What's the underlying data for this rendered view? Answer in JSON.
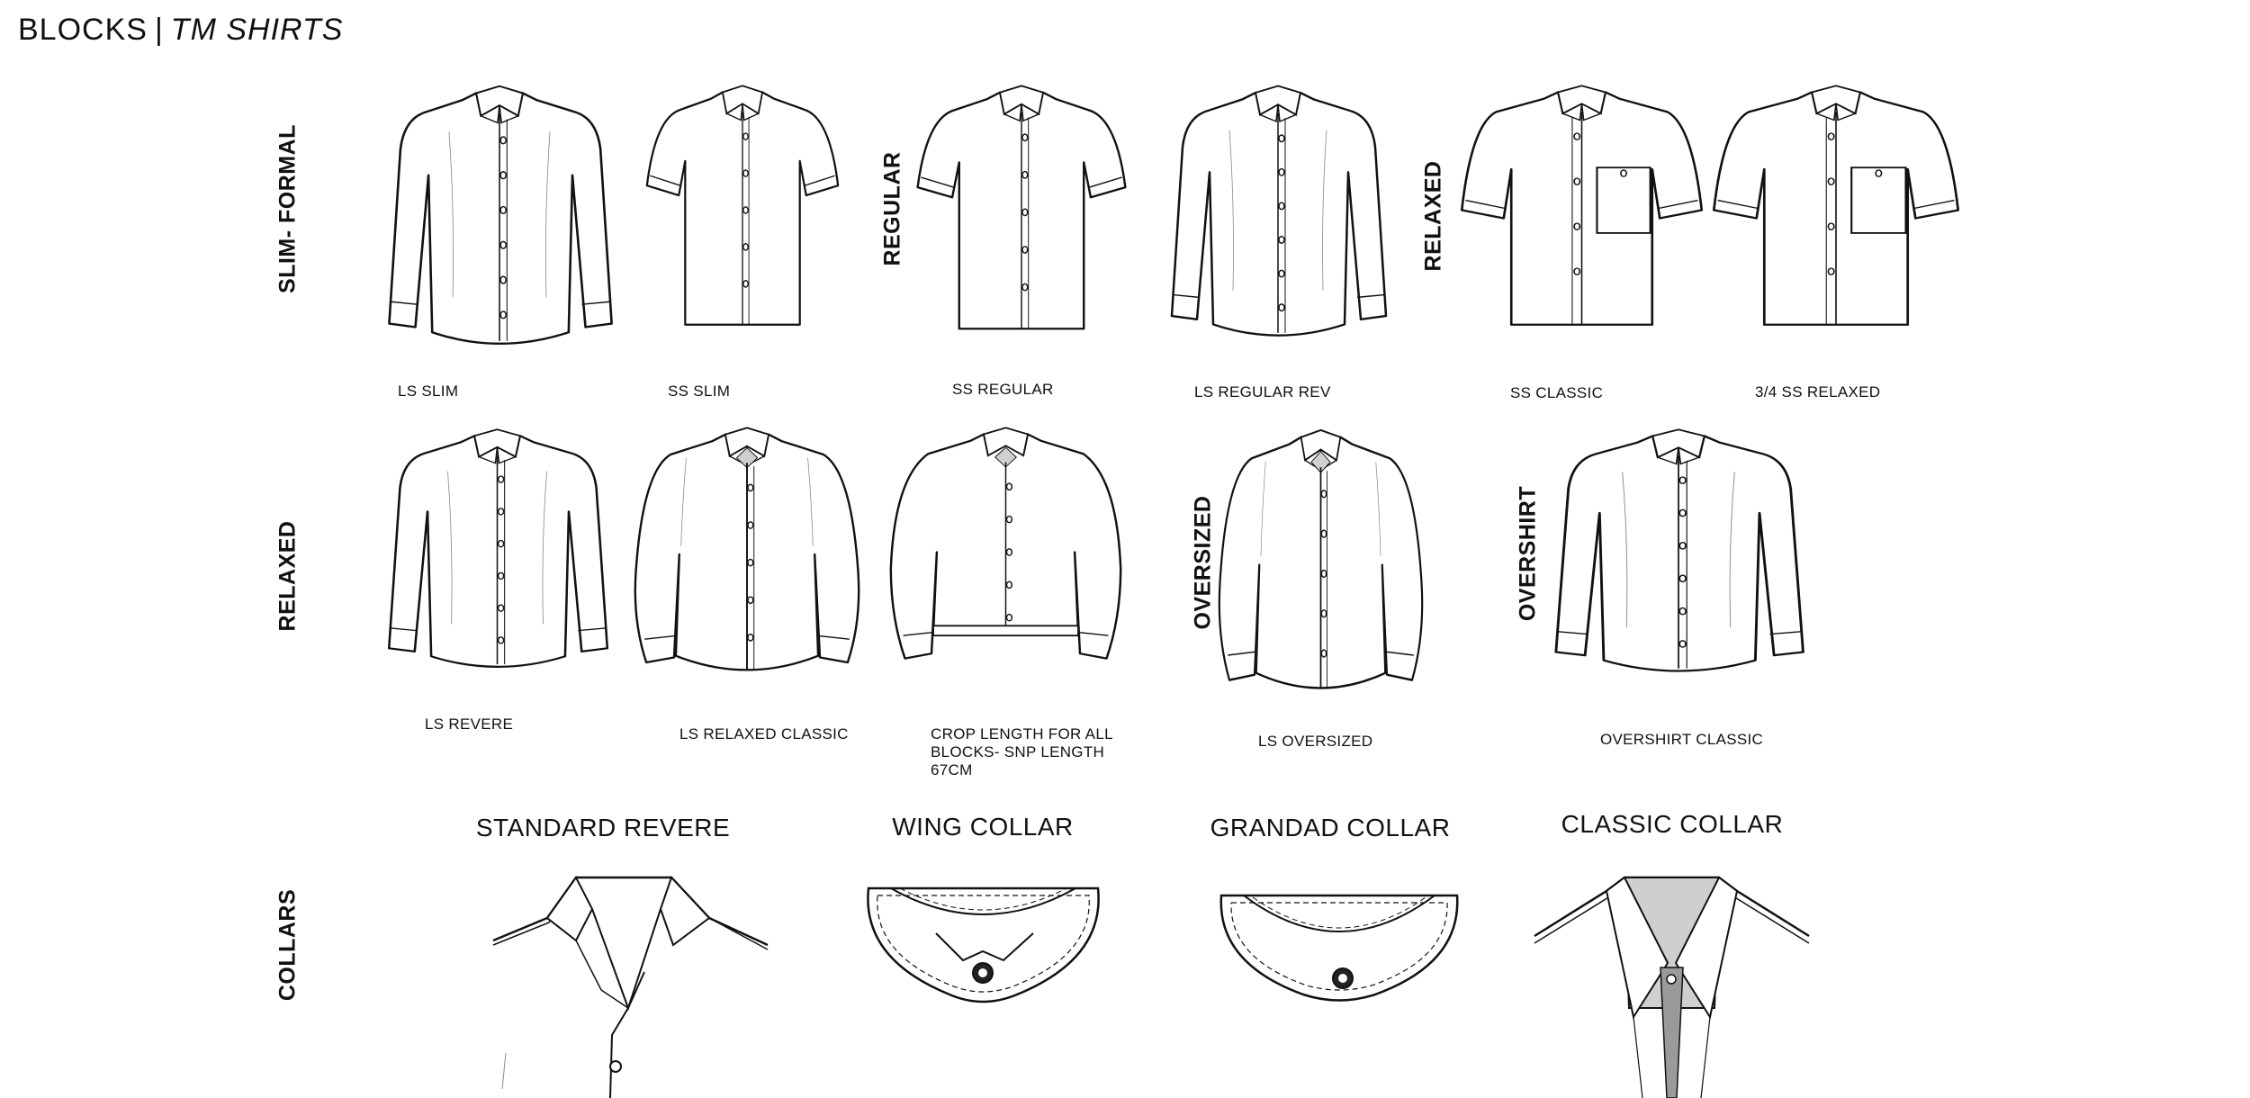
{
  "header": {
    "left": "BLOCKS",
    "separator": "|",
    "right": "TM SHIRTS"
  },
  "section_labels": {
    "slim_formal": "SLIM- FORMAL",
    "regular": "REGULAR",
    "relaxed_top": "RELAXED",
    "relaxed_mid": "RELAXED",
    "oversized": "OVERSIZED",
    "overshirt": "OVERSHIRT",
    "collars": "COLLARS"
  },
  "shirts": {
    "ls_slim": "LS SLIM",
    "ss_slim": "SS SLIM",
    "ss_regular": "SS REGULAR",
    "ls_regular_rev": "LS REGULAR REV",
    "ss_classic": "SS CLASSIC",
    "three_quarter_relaxed": "3/4 SS RELAXED",
    "ls_revere": "LS REVERE",
    "ls_relaxed_classic": "LS RELAXED CLASSIC",
    "crop_note": "CROP LENGTH FOR ALL BLOCKS- SNP LENGTH 67CM",
    "ls_oversized": "LS OVERSIZED",
    "overshirt_classic": "OVERSHIRT CLASSIC"
  },
  "collars": {
    "standard_revere": "STANDARD REVERE",
    "wing_collar": "WING COLLAR",
    "grandad_collar": "GRANDAD COLLAR",
    "classic_collar": "CLASSIC COLLAR"
  },
  "colors": {
    "line": "#111111",
    "fill": "#ffffff",
    "shade": "#cfcfcf"
  }
}
